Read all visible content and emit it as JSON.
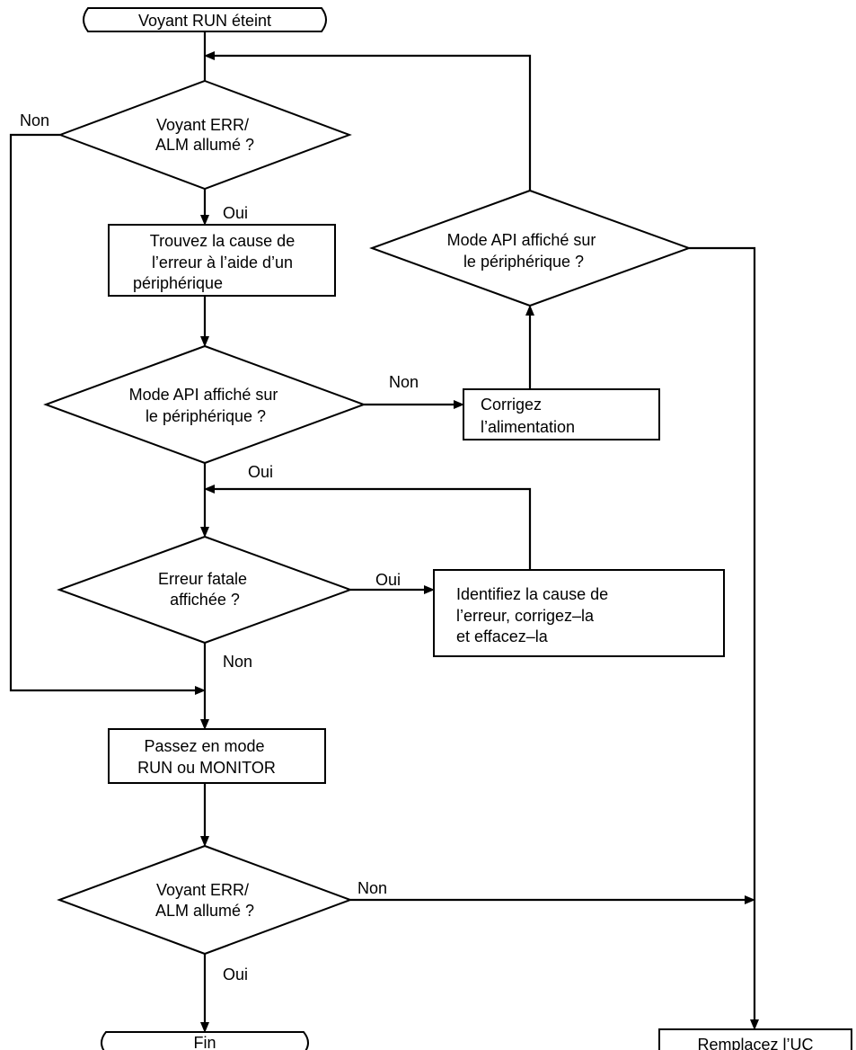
{
  "nodes": {
    "start": "Voyant RUN éteint",
    "d1": [
      "Voyant ERR/",
      "ALM allumé ?"
    ],
    "p1": [
      "Trouvez la cause de",
      "l’erreur à l’aide d’un",
      "périphérique"
    ],
    "d2": [
      "Mode API affiché sur",
      "le périphérique ?"
    ],
    "p_power": [
      "Corrigez",
      "l’alimentation"
    ],
    "d_top": [
      "Mode API affiché sur",
      "le périphérique ?"
    ],
    "d3": [
      "Erreur fatale",
      "affichée ?"
    ],
    "p_fix": [
      "Identifiez la cause de",
      "l’erreur, corrigez–la",
      "et effacez–la"
    ],
    "p_mode": [
      "Passez en mode",
      "RUN ou MONITOR"
    ],
    "d4": [
      "Voyant ERR/",
      "ALM allumé ?"
    ],
    "end": "Fin",
    "replace": "Remplacez l’UC"
  },
  "labels": {
    "d1_no": "Non",
    "d1_yes": "Oui",
    "d2_no": "Non",
    "d2_yes": "Oui",
    "d3_yes": "Oui",
    "d3_no": "Non",
    "d4_no": "Non",
    "d4_yes": "Oui"
  }
}
